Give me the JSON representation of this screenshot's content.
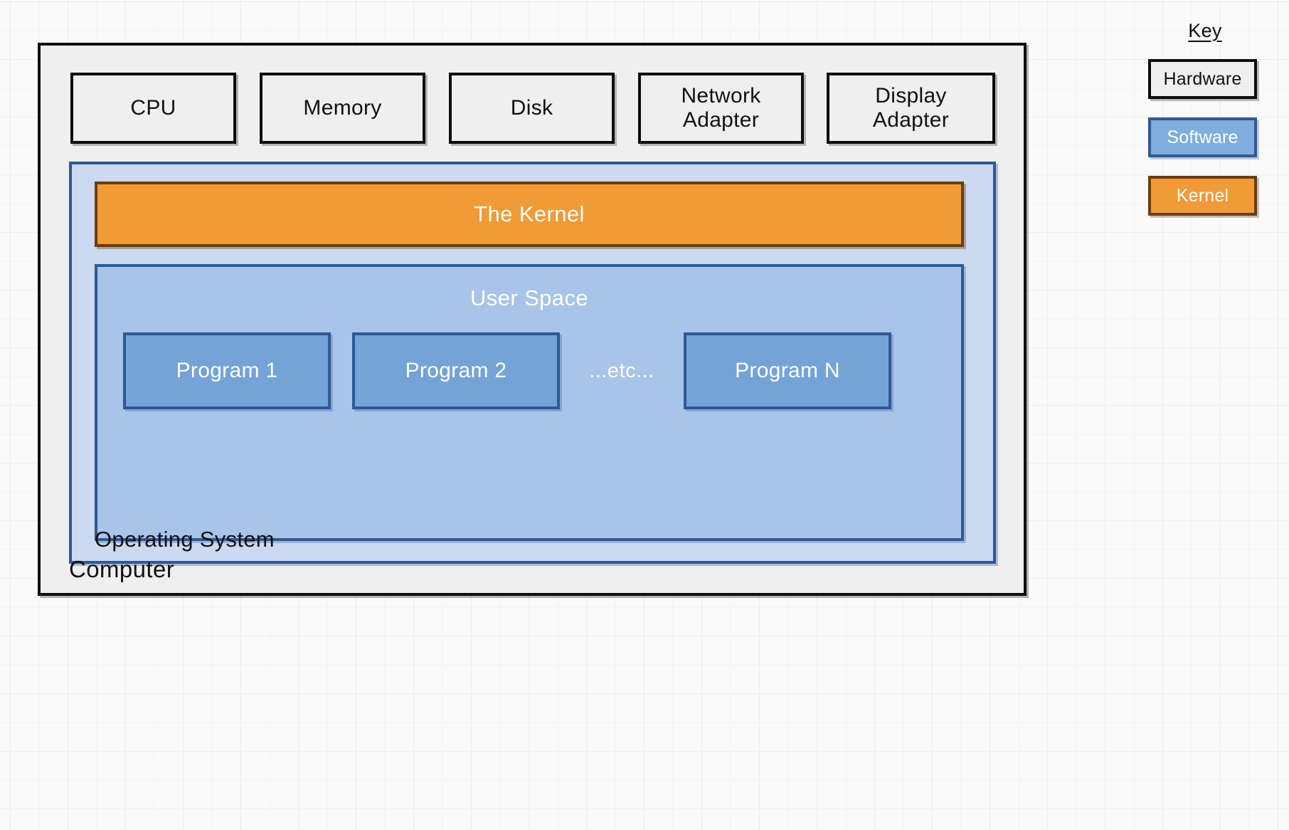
{
  "diagram": {
    "computer": {
      "label": "Computer",
      "fill": "#efefef",
      "stroke": "#0f0f0f"
    },
    "hardware_components": [
      {
        "name": "cpu",
        "lines": [
          "CPU"
        ]
      },
      {
        "name": "memory",
        "lines": [
          "Memory"
        ]
      },
      {
        "name": "disk",
        "lines": [
          "Disk"
        ]
      },
      {
        "name": "network-adapter",
        "lines": [
          "Network",
          "Adapter"
        ]
      },
      {
        "name": "display-adapter",
        "lines": [
          "Display",
          "Adapter"
        ]
      }
    ],
    "operating_system": {
      "label": "Operating System",
      "fill": "#ccd9f0",
      "stroke": "#2d5a96",
      "kernel": {
        "label": "The Kernel",
        "fill": "#f09a38",
        "stroke": "#6b3d10"
      },
      "user_space": {
        "label": "User Space",
        "fill": "#a8c4e8",
        "stroke": "#2d5a96",
        "programs": [
          {
            "label": "Program 1"
          },
          {
            "label": "Program 2"
          },
          {
            "label": "Program N"
          }
        ],
        "ellipsis": "...etc..."
      }
    }
  },
  "key": {
    "title": "Key",
    "items": [
      {
        "label": "Hardware",
        "fill": "#efefef",
        "stroke": "#0d0d0d"
      },
      {
        "label": "Software",
        "fill": "#7faede",
        "stroke": "#2d5a96"
      },
      {
        "label": "Kernel",
        "fill": "#f09a38",
        "stroke": "#6b3d10"
      }
    ]
  }
}
